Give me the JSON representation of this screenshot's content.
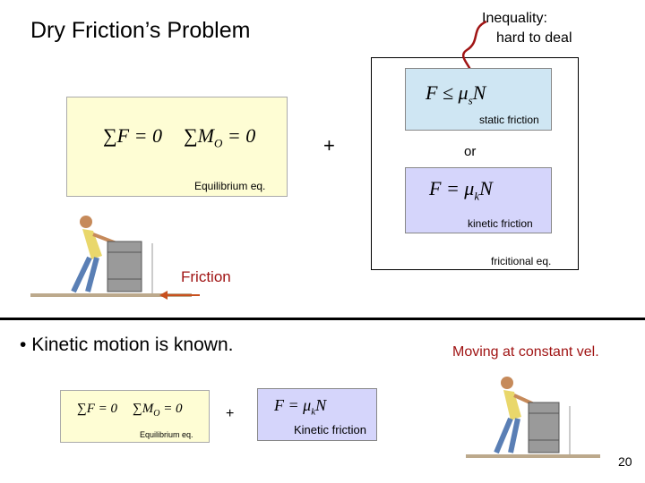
{
  "title": "Dry Friction’s Problem",
  "inequality_note": {
    "line1": "Inequality:",
    "line2": "hard to deal"
  },
  "equilibrium": {
    "sum_f": "∑F = 0",
    "sum_m": "∑M",
    "sum_m_sub": "O",
    "sum_m_eq": " = 0",
    "label": "Equilibrium eq."
  },
  "plus_sign": "+",
  "static_eq": {
    "lhs": "F ≤ μ",
    "sub": "s",
    "rhs": "N",
    "label": "static friction"
  },
  "or_text": "or",
  "kinetic_eq": {
    "lhs": "F = μ",
    "sub": "k",
    "rhs": "N",
    "label": "kinetic friction"
  },
  "frictional_label": "fricitional eq.",
  "friction_word": "Friction",
  "bullet_text": "Kinetic motion is known.",
  "moving_text": "Moving at constant vel.",
  "bottom": {
    "equilibrium_label": "Equilibrium eq.",
    "plus": "+",
    "kinetic_label": "Kinetic friction"
  },
  "page_number": "20",
  "colors": {
    "yellow_box": "#fefdd4",
    "static_box": "#cfe6f3",
    "kinetic_box": "#d5d5fb",
    "accent_red": "#a01414",
    "arrow_orange": "#c8501e"
  }
}
